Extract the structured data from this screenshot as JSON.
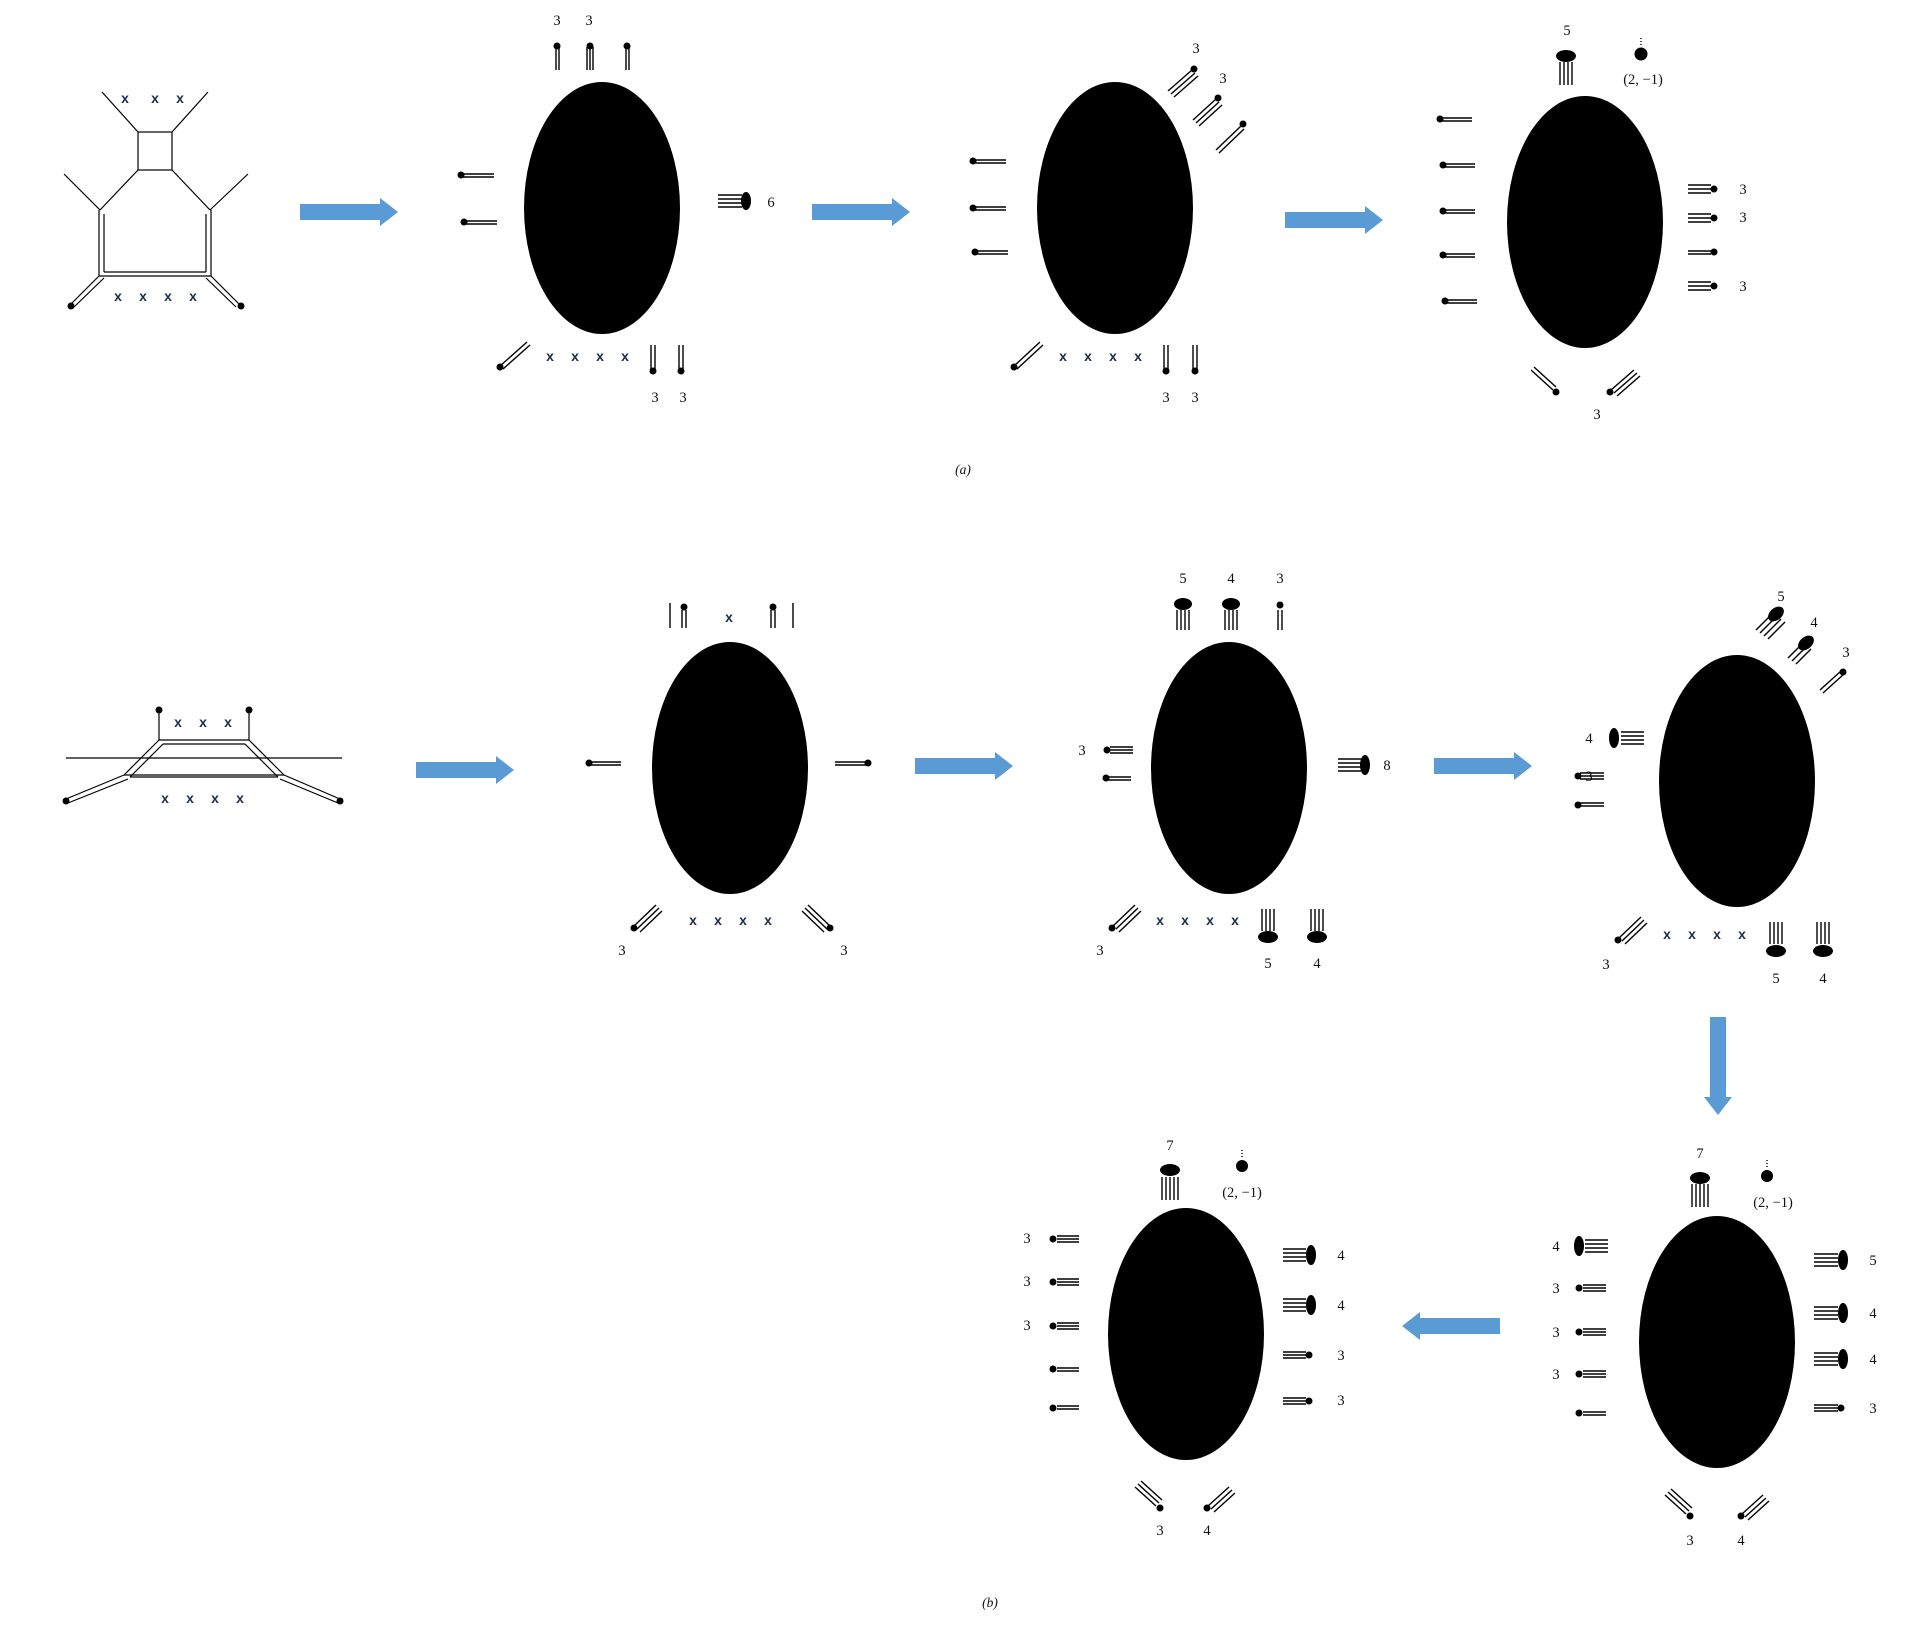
{
  "colors": {
    "arrow": "#5b9bd5",
    "blob": "#000000",
    "cross": "#1d2f48",
    "line": "#000000"
  },
  "labels": {
    "a1_top_1": "3",
    "a1_top_2": "3",
    "a1_right_1": "6",
    "a1_bot_1": "3",
    "a1_bot_2": "3",
    "a2_top_1": "3",
    "a2_top_2": "3",
    "a2_bot_1": "3",
    "a2_bot_2": "3",
    "a3_top_1": "5",
    "a3_top_2": "(2, −1)",
    "a3_right_1": "3",
    "a3_right_2": "3",
    "a3_right_3": "3",
    "a3_bot_1": "3",
    "b1_bl": "3",
    "b1_br": "3",
    "b2_top_1": "5",
    "b2_top_2": "4",
    "b2_top_3": "3",
    "b2_left_1": "3",
    "b2_right_1": "8",
    "b2_bl": "3",
    "b2_bot_1": "5",
    "b2_bot_2": "4",
    "b3_tr_1": "5",
    "b3_tr_2": "4",
    "b3_tr_3": "3",
    "b3_left_1": "4",
    "b3_left_2": "3",
    "b3_bl": "3",
    "b3_bot_1": "5",
    "b3_bot_2": "4",
    "b4_top_1": "7",
    "b4_top_2": "(2, −1)",
    "b4_left_1": "4",
    "b4_left_2": "3",
    "b4_left_3": "3",
    "b4_left_4": "3",
    "b4_right_1": "5",
    "b4_right_2": "4",
    "b4_right_3": "4",
    "b4_right_4": "3",
    "b4_bot_1": "3",
    "b4_bot_2": "4",
    "b5_top_1": "7",
    "b5_top_2": "(2, −1)",
    "b5_left_1": "3",
    "b5_left_2": "3",
    "b5_left_3": "3",
    "b5_right_1": "4",
    "b5_right_2": "4",
    "b5_right_3": "3",
    "b5_right_4": "3",
    "b5_bot_1": "3",
    "b5_bot_2": "4"
  },
  "captions": {
    "a": "(a)",
    "b": "(b)"
  }
}
